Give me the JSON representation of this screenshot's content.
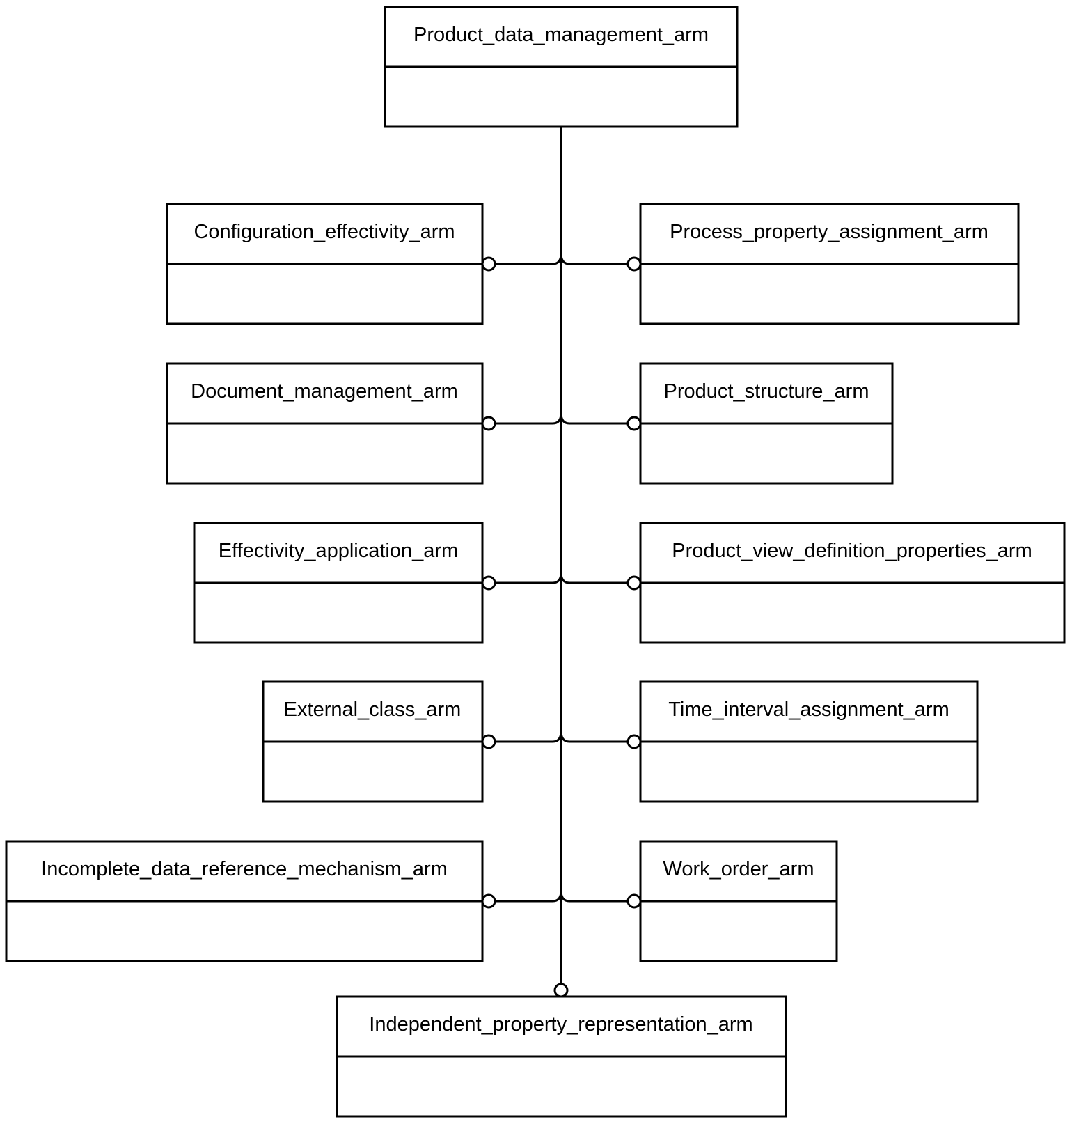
{
  "diagram": {
    "root": {
      "id": "root",
      "label": "Product_data_management_arm"
    },
    "left_modules": [
      {
        "id": "configuration-effectivity",
        "label": "Configuration_effectivity_arm"
      },
      {
        "id": "document-management",
        "label": "Document_management_arm"
      },
      {
        "id": "effectivity-application",
        "label": "Effectivity_application_arm"
      },
      {
        "id": "external-class",
        "label": "External_class_arm"
      },
      {
        "id": "incomplete-data-reference",
        "label": "Incomplete_data_reference_mechanism_arm"
      }
    ],
    "right_modules": [
      {
        "id": "process-property-assignment",
        "label": "Process_property_assignment_arm"
      },
      {
        "id": "product-structure",
        "label": "Product_structure_arm"
      },
      {
        "id": "product-view-definition-properties",
        "label": "Product_view_definition_properties_arm"
      },
      {
        "id": "time-interval-assignment",
        "label": "Time_interval_assignment_arm"
      },
      {
        "id": "work-order",
        "label": "Work_order_arm"
      }
    ],
    "bottom_module": {
      "id": "independent-property-representation",
      "label": "Independent_property_representation_arm"
    }
  }
}
